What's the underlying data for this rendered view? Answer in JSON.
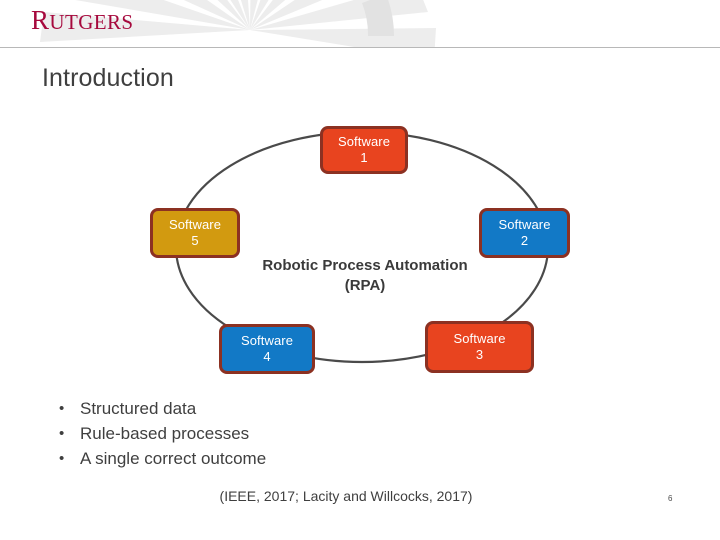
{
  "header": {
    "brand_wordmark": "RUTGERS",
    "brand_color": "#a6093d",
    "watermark_icon": "rutgers-seal-watermark",
    "rule_color": "#b8b8b8"
  },
  "slide": {
    "title": "Introduction",
    "title_color": "#3f3f3f",
    "number": "6",
    "citation": "(IEEE, 2017; Lacity and Willcocks, 2017)"
  },
  "diagram": {
    "center_label_line1": "Robotic Process Automation",
    "center_label_line2": "(RPA)",
    "ring_color": "#4a4a4a",
    "node_border_color": "#8c3122",
    "nodes": [
      {
        "id": "1",
        "line1": "Software",
        "line2": "1",
        "color": "#e8441f"
      },
      {
        "id": "2",
        "line1": "Software",
        "line2": "2",
        "color": "#1279c6"
      },
      {
        "id": "3",
        "line1": "Software",
        "line2": "3",
        "color": "#e8441f"
      },
      {
        "id": "4",
        "line1": "Software",
        "line2": "4",
        "color": "#1279c6"
      },
      {
        "id": "5",
        "line1": "Software",
        "line2": "5",
        "color": "#d29a10"
      }
    ]
  },
  "bullets": [
    {
      "marker": "•",
      "text": "Structured data"
    },
    {
      "marker": "•",
      "text": "Rule-based processes"
    },
    {
      "marker": "•",
      "text": "A single correct outcome"
    }
  ]
}
